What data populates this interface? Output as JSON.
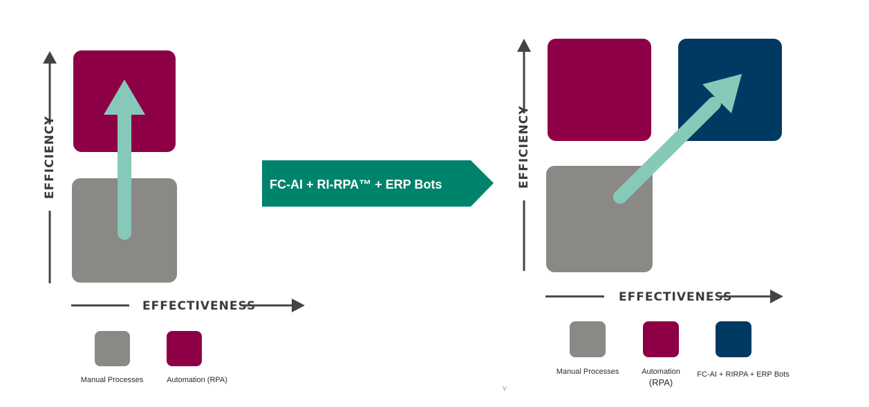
{
  "colors": {
    "manual": "#8a8985",
    "automation": "#8e0046",
    "fcai": "#003a63",
    "arrow": "#86c9b9",
    "banner": "#00836b",
    "axis": "#444444"
  },
  "left": {
    "y_axis_label": "EFFICIENCY",
    "x_axis_label": "EFFECTIVENESS",
    "legend": [
      {
        "label": "Manual Processes",
        "color": "#8a8985"
      },
      {
        "label": "Automation (RPA)",
        "color": "#8e0046"
      }
    ]
  },
  "transition": {
    "label": "FC-AI + RI-RPA™ + ERP Bots"
  },
  "right": {
    "y_axis_label": "EFFICIENCY",
    "x_axis_label": "EFFECTIVENESS",
    "legend": [
      {
        "label_line1": "Manual Processes",
        "label_line2": "",
        "color": "#8a8985"
      },
      {
        "label_line1": "Automation",
        "label_line2": "(RPA)",
        "color": "#8e0046"
      },
      {
        "label_line1": "FC-AI + RIRPA + ERP Bots",
        "label_line2": "",
        "color": "#003a63"
      }
    ]
  },
  "stray_mark": "v"
}
